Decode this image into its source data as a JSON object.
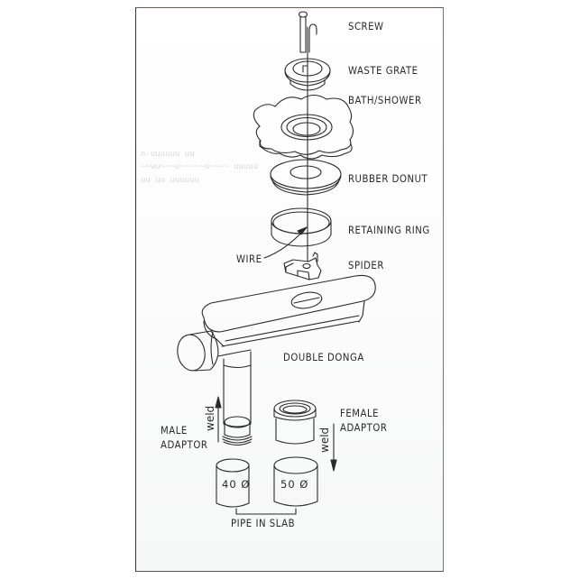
{
  "diagram": {
    "type": "exploded-assembly",
    "subject": "shower waste / double donga drain assembly",
    "colors": {
      "line": "#2a2a2a",
      "background": "#ffffff",
      "frame": "#555555"
    }
  },
  "labels": {
    "screw": "SCREW",
    "waste_grate": "WASTE GRATE",
    "bath_shower": "BATH/SHOWER",
    "rubber_donut": "RUBBER DONUT",
    "retaining_ring": "RETAINING RING",
    "wire": "WIRE",
    "spider": "SPIDER",
    "double_donga": "DOUBLE DONGA",
    "male_adaptor_line1": "MALE",
    "male_adaptor_line2": "ADAPTOR",
    "female_adaptor_line1": "FEMALE",
    "female_adaptor_line2": "ADAPTOR",
    "weld_left": "weld",
    "weld_right": "weld",
    "pipe_40": "40 Ø",
    "pipe_50": "50 Ø",
    "pipe_in_slab": "PIPE IN SLAB"
  },
  "ghost_text": {
    "line1": "n-uuuuuu uu",
    "line2": "~~wu~~~u~~~~~u~~~~ uuuuu",
    "line3": "uu uu  uuuuuu"
  }
}
